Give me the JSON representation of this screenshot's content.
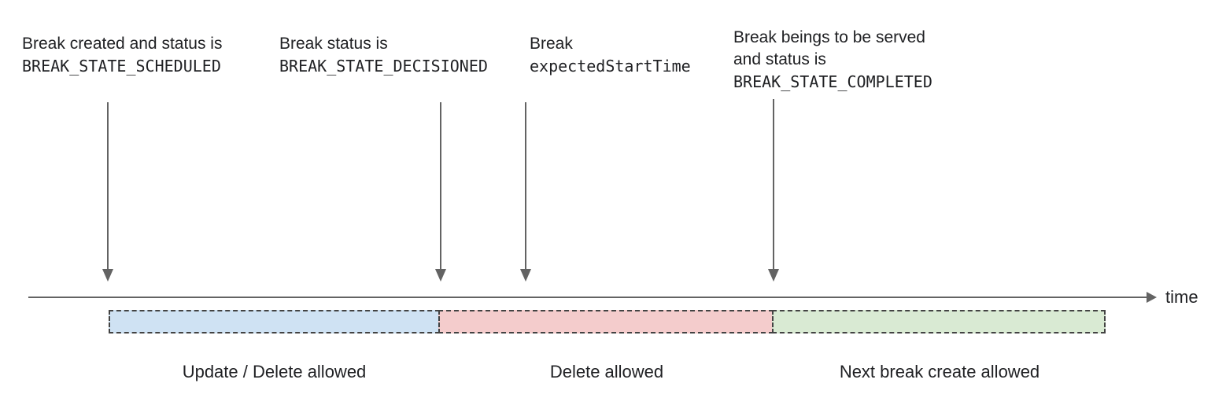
{
  "annotations": [
    {
      "lines": [
        {
          "text": "Break created and status is",
          "mono": false
        },
        {
          "text": "BREAK_STATE_SCHEDULED",
          "mono": true
        }
      ]
    },
    {
      "lines": [
        {
          "text": "Break status is",
          "mono": false
        },
        {
          "text": "BREAK_STATE_DECISIONED",
          "mono": true
        }
      ]
    },
    {
      "lines": [
        {
          "text": "Break",
          "mono": false
        },
        {
          "text": "expectedStartTime",
          "mono": true
        }
      ]
    },
    {
      "lines": [
        {
          "text": "Break beings to be served",
          "mono": false
        },
        {
          "text": "and status is",
          "mono": false
        },
        {
          "text": "BREAK_STATE_COMPLETED",
          "mono": true
        }
      ]
    }
  ],
  "timeline": {
    "label": "time",
    "color": "#636363"
  },
  "segments": [
    {
      "label": "Update / Delete allowed",
      "fill": "#cfe2f3",
      "border": "#434343"
    },
    {
      "label": "Delete allowed",
      "fill": "#f4cccc",
      "border": "#434343"
    },
    {
      "label": "Next break create allowed",
      "fill": "#d9ead3",
      "border": "#434343"
    }
  ],
  "colors": {
    "text": "#202124",
    "arrow": "#636363",
    "background": "#ffffff"
  }
}
